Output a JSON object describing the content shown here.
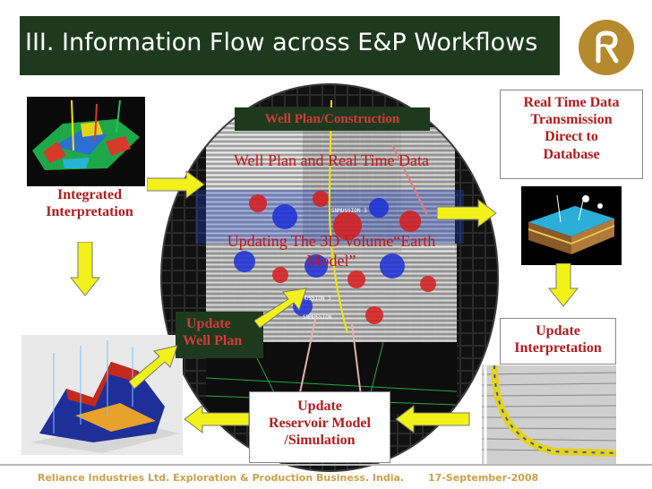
{
  "header": {
    "title": "III. Information Flow across E&P Workflows"
  },
  "center": {
    "well_plan_construction": "Well Plan/Construction",
    "well_plan_real_time": "Well Plan and Real Time Data",
    "updating_line1": "Updating The 3D Volume“Earth",
    "updating_line2": "Model”",
    "seismic_tags": [
      "SNMUSSION 3",
      "SNMUSSION 3",
      "SNMUSSION"
    ]
  },
  "labels": {
    "integrated_line1": "Integrated",
    "integrated_line2": "Interpretation",
    "realtime_lines": [
      "Real Time Data",
      "Transmission",
      "Direct to",
      "Database"
    ],
    "update_interp_line1": "Update",
    "update_interp_line2": "Interpretation",
    "update_well_line1": "Update",
    "update_well_line2": "Well Plan",
    "reservoir_lines": [
      "Update",
      "Reservoir Model",
      "/Simulation"
    ]
  },
  "footer": {
    "company": "Reliance Industries Ltd. Exploration & Production Business. India.",
    "date": "17-September-2008"
  },
  "colors": {
    "title_bar": "#1e3a1e",
    "label_red": "#b31b1b",
    "arrow_yellow": "#f2f21a",
    "footer_gold": "#c9a24a",
    "logo_gold": "#b58a2c"
  },
  "icons": [
    "reliance-logo-icon"
  ]
}
